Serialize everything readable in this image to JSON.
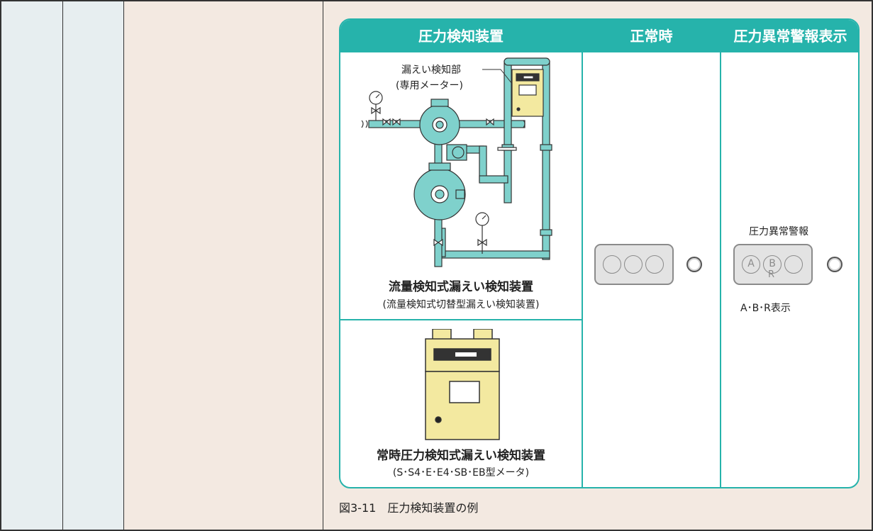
{
  "table": {
    "headers": [
      "圧力検知装置",
      "正常時",
      "圧力異常警報表示"
    ],
    "upper_cell": {
      "callout_line1": "漏えい検知部",
      "callout_line2": "(専用メーター)",
      "title": "流量検知式漏えい検知装置",
      "subtitle": "(流量検知式切替型漏えい検知装置)"
    },
    "lower_cell": {
      "title": "常時圧力検知式漏えい検知装置",
      "subtitle": "(S･S4･E･E4･SB･EB型メータ)"
    },
    "alarm": {
      "label_top": "圧力異常警報",
      "label_bottom": "A･B･R表示",
      "letters": [
        "A",
        "B",
        "R"
      ]
    }
  },
  "figure_caption": "図3-11　圧力検知装置の例",
  "colors": {
    "accent": "#26b3ab",
    "pipe": "#7fd1cc",
    "meter": "#f3e9a0",
    "column_blue": "#e7eef0",
    "column_beige": "#f3e9e1"
  },
  "icons": [
    "pressure-gauge-icon",
    "valve-icon",
    "regulator-icon",
    "meter-icon",
    "indicator-lamp-icon"
  ]
}
